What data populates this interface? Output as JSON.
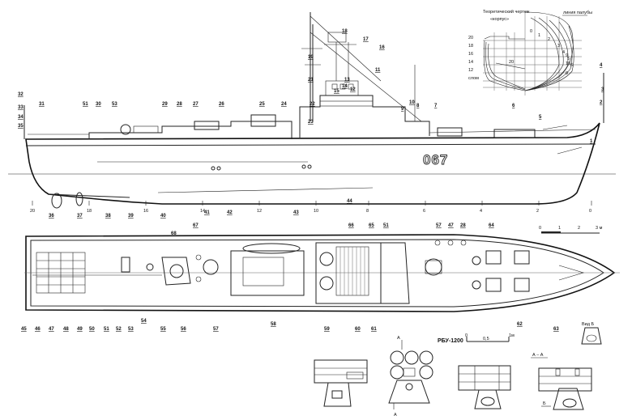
{
  "hull_number": "067",
  "lines_plan": {
    "title": "Теоретический чертеж",
    "subtitle": "«корпус»",
    "deck_line_label": "линия палубы",
    "waterline_labels": [
      "20",
      "18",
      "16",
      "14",
      "12",
      "слом",
      "20",
      "9",
      "10",
      "8"
    ],
    "section_labels": [
      "0",
      "1",
      "2",
      "3",
      "4",
      "5",
      "6"
    ]
  },
  "frame_numbers": [
    "20",
    "18",
    "16",
    "14",
    "12",
    "10",
    "8",
    "6",
    "4",
    "2",
    "0"
  ],
  "side_view_callouts": [
    "1",
    "2",
    "3",
    "4",
    "5",
    "6",
    "7",
    "8",
    "10",
    "9",
    "11",
    "12",
    "13",
    "14",
    "15",
    "16",
    "17",
    "18",
    "19",
    "21",
    "22",
    "23",
    "24",
    "25",
    "26",
    "27",
    "28",
    "29",
    "30",
    "51",
    "53",
    "31",
    "32",
    "33",
    "34",
    "35",
    "36",
    "37",
    "38",
    "39",
    "40",
    "41",
    "42",
    "43",
    "44"
  ],
  "plan_view_callouts": [
    "45",
    "46",
    "47",
    "48",
    "49",
    "50",
    "51",
    "52",
    "53",
    "54",
    "55",
    "56",
    "57",
    "58",
    "59",
    "60",
    "61",
    "62",
    "63",
    "64",
    "65",
    "66",
    "67",
    "68",
    "57",
    "47",
    "28",
    "51"
  ],
  "plan_scale": {
    "ticks": [
      "0",
      "1",
      "2",
      "3 м"
    ]
  },
  "rbu": {
    "title": "РБУ-1200",
    "scale_ticks": [
      "0",
      "0,5",
      "1м"
    ],
    "section_mark": "А",
    "section_title": "А – А",
    "view_mark": "Б"
  },
  "view_b": {
    "title": "Вид Б"
  }
}
